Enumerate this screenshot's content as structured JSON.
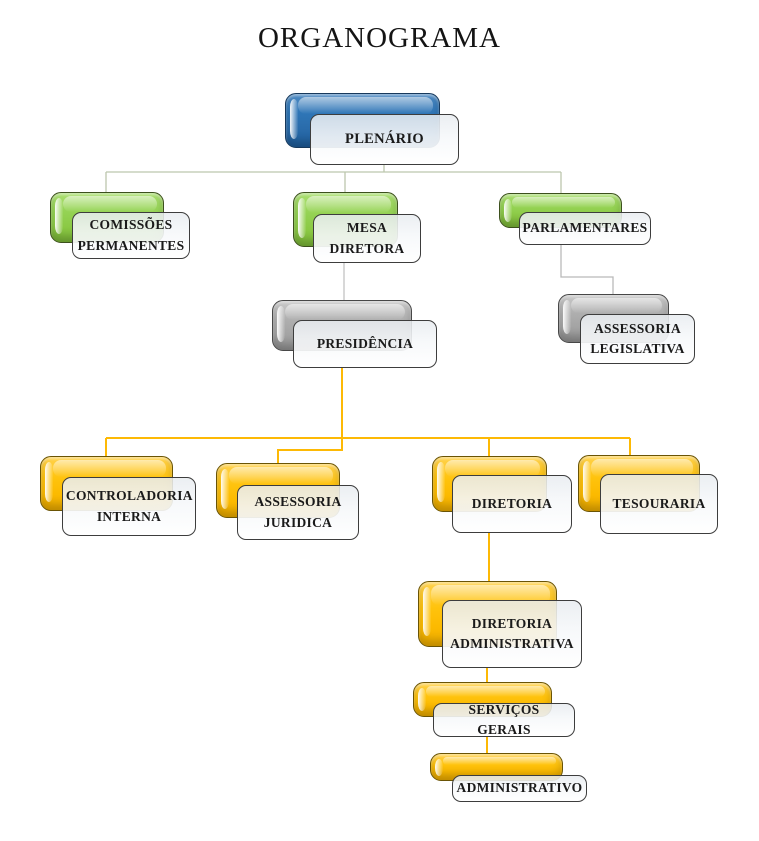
{
  "title": "ORGANOGRAMA",
  "nodes": {
    "plenario": {
      "label": "PLENÁRIO",
      "theme": "blue"
    },
    "comissoes_permanentes": {
      "label": "COMISSÕES PERMANENTES",
      "theme": "green"
    },
    "mesa_diretora": {
      "label": "MESA DIRETORA",
      "theme": "green"
    },
    "parlamentares": {
      "label": "PARLAMENTARES",
      "theme": "green"
    },
    "presidencia": {
      "label": "PRESIDÊNCIA",
      "theme": "gray"
    },
    "assessoria_legislativa": {
      "label": "ASSESSORIA LEGISLATIVA",
      "theme": "gray"
    },
    "controladoria_interna": {
      "label": "CONTROLADORIA INTERNA",
      "theme": "yellow"
    },
    "assessoria_juridica": {
      "label": "ASSESSORIA JURIDICA",
      "theme": "yellow"
    },
    "diretoria": {
      "label": "DIRETORIA",
      "theme": "yellow"
    },
    "tesouraria": {
      "label": "TESOURARIA",
      "theme": "yellow"
    },
    "diretoria_administrativa": {
      "label": "DIRETORIA ADMINISTRATIVA",
      "theme": "yellow"
    },
    "servicos_gerais": {
      "label": "SERVIÇOS GERAIS",
      "theme": "yellow"
    },
    "administrativo": {
      "label": "ADMINISTRATIVO",
      "theme": "yellow"
    }
  },
  "edges": [
    {
      "from": "plenario",
      "to": "comissoes_permanentes"
    },
    {
      "from": "plenario",
      "to": "mesa_diretora"
    },
    {
      "from": "plenario",
      "to": "parlamentares"
    },
    {
      "from": "mesa_diretora",
      "to": "presidencia"
    },
    {
      "from": "parlamentares",
      "to": "assessoria_legislativa"
    },
    {
      "from": "presidencia",
      "to": "controladoria_interna"
    },
    {
      "from": "presidencia",
      "to": "assessoria_juridica"
    },
    {
      "from": "presidencia",
      "to": "diretoria"
    },
    {
      "from": "presidencia",
      "to": "tesouraria"
    },
    {
      "from": "diretoria",
      "to": "diretoria_administrativa"
    },
    {
      "from": "diretoria_administrativa",
      "to": "servicos_gerais"
    },
    {
      "from": "servicos_gerais",
      "to": "administrativo"
    }
  ],
  "colors": {
    "blue": "#2E75B6",
    "green": "#92D050",
    "gray": "#A6A6A6",
    "yellow": "#FFC000",
    "connector_top": "#BCC7AD",
    "connector_gray": "#C2C2C2",
    "connector_yellow": "#FDB905",
    "label_border": "#3D3D3D"
  }
}
